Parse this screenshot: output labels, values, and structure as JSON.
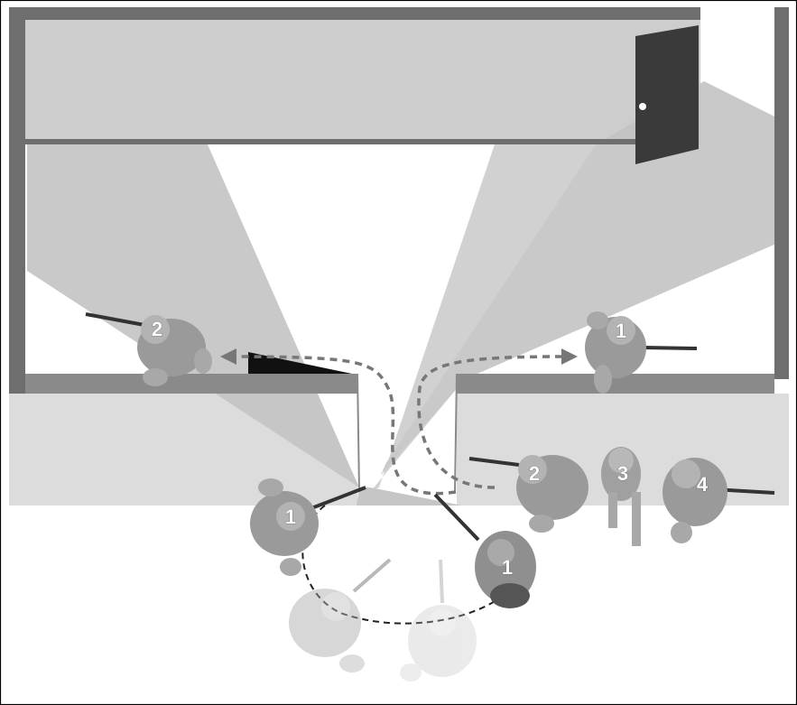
{
  "figure": {
    "labels": {
      "soldier_entered_left": "2",
      "soldier_entered_right": "1",
      "soldier_pivot": "1",
      "soldier_start": "1",
      "stack_2": "2",
      "stack_3": "3",
      "stack_4": "4"
    }
  },
  "colors": {
    "wall": "#6e6e6e",
    "room_shade": "#c8c8c8",
    "cone": "#b9b9b9",
    "door": "#3a3a3a",
    "path": "#777777",
    "soldier": "#9a9a9a"
  }
}
